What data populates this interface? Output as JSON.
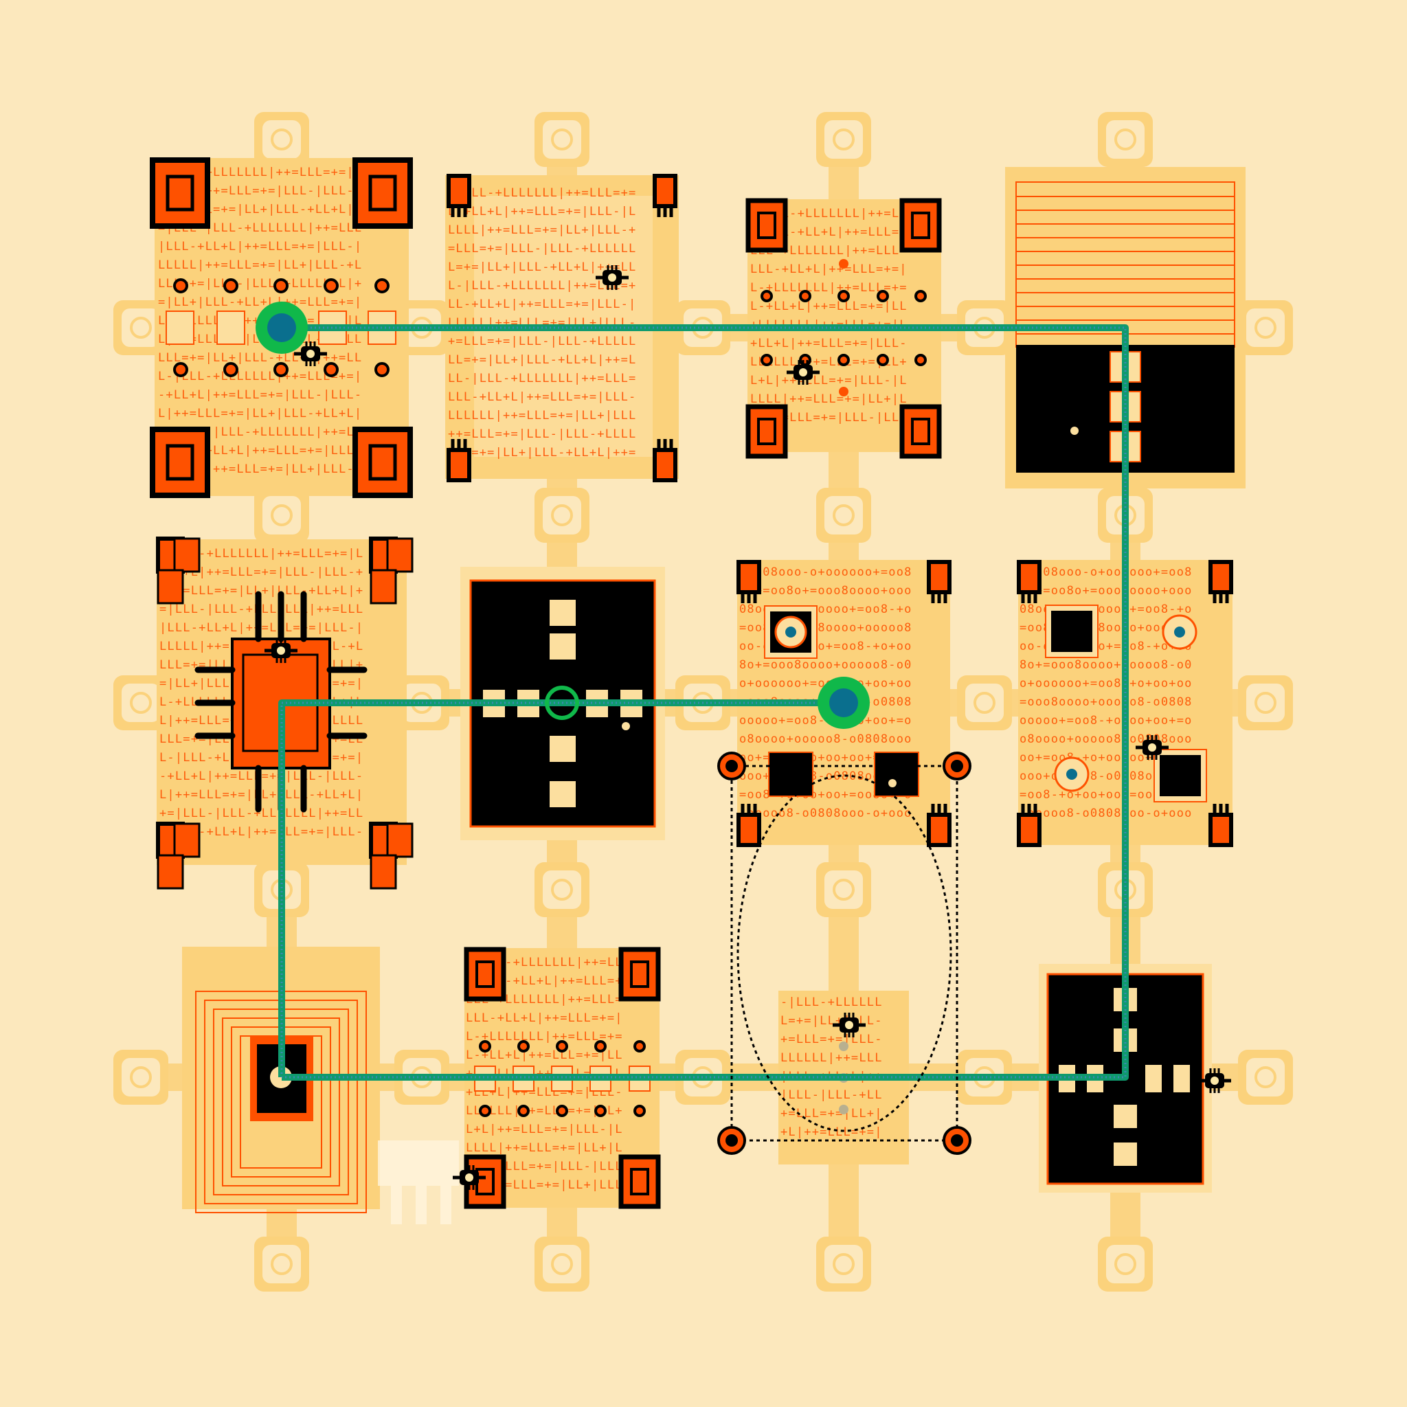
{
  "palette": {
    "background": "#fce8bd",
    "board": "#fbd27c",
    "board_light": "#fcdf9f",
    "accent": "#fe5100",
    "ink": "#000000",
    "wire": "#0f9a6e",
    "wire_dots": "#3a8ab0",
    "node_ring": "#10b84a",
    "node_core": "#0a6f8e"
  },
  "glyphs": {
    "pattern_a": "-|LLL-+LLLLLLL|++=LLL=+=|LL+|LLL-+LL+L|++=LLL=+=|LLL",
    "pattern_b": "o0808ooo-o+oooooo+=oo8-+o+oo+oo+=oo8o+=ooo8oooo+ooooo8-"
  },
  "tiles": [
    {
      "id": "t-0-0",
      "name": "tile-grid-0-0",
      "kind": "text-chip",
      "glyph": "pattern_a",
      "pads": "big-corner",
      "dots": "two-rows"
    },
    {
      "id": "t-0-1",
      "name": "tile-grid-0-1",
      "kind": "text-chip",
      "glyph": "pattern_a",
      "pads": "small-pin",
      "dots": "none"
    },
    {
      "id": "t-0-2",
      "name": "tile-grid-0-2",
      "kind": "text-chip",
      "glyph": "pattern_a",
      "pads": "big-corner",
      "dots": "cross"
    },
    {
      "id": "t-0-3",
      "name": "tile-grid-0-3",
      "kind": "lines-panel"
    },
    {
      "id": "t-1-0",
      "name": "tile-grid-1-0",
      "kind": "cpu-chip",
      "glyph": "pattern_a"
    },
    {
      "id": "t-1-1",
      "name": "tile-grid-1-1",
      "kind": "black-cross"
    },
    {
      "id": "t-1-2",
      "name": "tile-grid-1-2",
      "kind": "text-chip",
      "glyph": "pattern_b",
      "pads": "small-pin",
      "dots": "sockets"
    },
    {
      "id": "t-1-3",
      "name": "tile-grid-1-3",
      "kind": "text-chip",
      "glyph": "pattern_b",
      "pads": "small-pin",
      "dots": "sockets-b"
    },
    {
      "id": "t-2-0",
      "name": "tile-grid-2-0",
      "kind": "concentric"
    },
    {
      "id": "t-2-1",
      "name": "tile-grid-2-1",
      "kind": "text-chip",
      "glyph": "pattern_a",
      "pads": "big-corner",
      "dots": "two-rows"
    },
    {
      "id": "t-2-2",
      "name": "tile-grid-2-2",
      "kind": "small-text-chip",
      "glyph": "pattern_a"
    },
    {
      "id": "t-2-3",
      "name": "tile-grid-2-3",
      "kind": "black-cross-b"
    }
  ],
  "wires": [
    {
      "name": "wire-top",
      "from": [
        0,
        0
      ],
      "via": [
        [
          0,
          3
        ],
        [
          2,
          3
        ]
      ],
      "to": [
        2,
        0
      ]
    },
    {
      "name": "wire-mid",
      "from": [
        1,
        2
      ],
      "via": [
        [
          1,
          0
        ]
      ],
      "to": [
        2,
        0
      ]
    }
  ],
  "nodes": [
    {
      "name": "node-start",
      "at": [
        0,
        0
      ]
    },
    {
      "name": "node-mid",
      "at": [
        1,
        2
      ]
    }
  ],
  "selection": {
    "name": "selection-frame",
    "cells": [
      [
        1,
        2
      ],
      [
        2,
        2
      ]
    ]
  }
}
